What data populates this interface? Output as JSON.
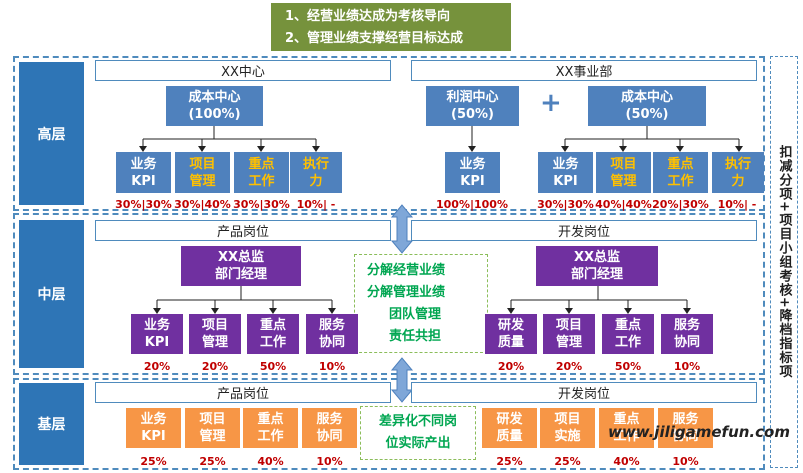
{
  "goal": {
    "line1": "1、经营业绩达成为考核导向",
    "line2": "2、管理业绩支撑经营目标达成"
  },
  "side_note": "扣减分项+项目小组考核+降档指标项",
  "watermark": "www.jiligamefun.com",
  "levels": {
    "high": {
      "label": "高层",
      "left": {
        "header": "XX中心",
        "parent_name": "成本中心",
        "parent_pct": "(100%)",
        "items": [
          {
            "l1": "业务",
            "l2": "KPI",
            "pct": "30%|30%",
            "yellow": false
          },
          {
            "l1": "项目",
            "l2": "管理",
            "pct": "30%|40%",
            "yellow": true
          },
          {
            "l1": "重点",
            "l2": "工作",
            "pct": "30%|30%",
            "yellow": true
          },
          {
            "l1": "执行",
            "l2": "力",
            "pct": "10%| -",
            "yellow": true
          }
        ]
      },
      "right": {
        "header": "XX事业部",
        "profit_name": "利润中心",
        "profit_pct": "(50%)",
        "profit_item": {
          "l1": "业务",
          "l2": "KPI",
          "pct": "100%|100%"
        },
        "plus": "+",
        "parent_name": "成本中心",
        "parent_pct": "(50%)",
        "items": [
          {
            "l1": "业务",
            "l2": "KPI",
            "pct": "30%|30%",
            "yellow": false
          },
          {
            "l1": "项目",
            "l2": "管理",
            "pct": "40%|40%",
            "yellow": true
          },
          {
            "l1": "重点",
            "l2": "工作",
            "pct": "20%|30%",
            "yellow": true
          },
          {
            "l1": "执行",
            "l2": "力",
            "pct": "10%| -",
            "yellow": true
          }
        ]
      }
    },
    "mid": {
      "label": "中层",
      "left": {
        "header": "产品岗位",
        "parent_l1": "XX总监",
        "parent_l2": "部门经理",
        "items": [
          {
            "l1": "业务",
            "l2": "KPI",
            "pct": "20%"
          },
          {
            "l1": "项目",
            "l2": "管理",
            "pct": "20%"
          },
          {
            "l1": "重点",
            "l2": "工作",
            "pct": "50%"
          },
          {
            "l1": "服务",
            "l2": "协同",
            "pct": "10%"
          }
        ]
      },
      "note": [
        "分解经营业绩",
        "分解管理业绩",
        "团队管理",
        "责任共担"
      ],
      "right": {
        "header": "开发岗位",
        "parent_l1": "XX总监",
        "parent_l2": "部门经理",
        "items": [
          {
            "l1": "研发",
            "l2": "质量",
            "pct": "20%"
          },
          {
            "l1": "项目",
            "l2": "管理",
            "pct": "20%"
          },
          {
            "l1": "重点",
            "l2": "工作",
            "pct": "50%"
          },
          {
            "l1": "服务",
            "l2": "协同",
            "pct": "10%"
          }
        ]
      }
    },
    "base": {
      "label": "基层",
      "left": {
        "header": "产品岗位",
        "items": [
          {
            "l1": "业务",
            "l2": "KPI",
            "pct": "25%"
          },
          {
            "l1": "项目",
            "l2": "管理",
            "pct": "25%"
          },
          {
            "l1": "重点",
            "l2": "工作",
            "pct": "40%"
          },
          {
            "l1": "服务",
            "l2": "协同",
            "pct": "10%"
          }
        ]
      },
      "note": [
        "差异化不同岗",
        "位实际产出"
      ],
      "right": {
        "header": "开发岗位",
        "items": [
          {
            "l1": "研发",
            "l2": "质量",
            "pct": "25%"
          },
          {
            "l1": "项目",
            "l2": "实施",
            "pct": "25%"
          },
          {
            "l1": "重点",
            "l2": "工作",
            "pct": "40%"
          },
          {
            "l1": "服务",
            "l2": "协同",
            "pct": "10%"
          }
        ]
      }
    }
  }
}
